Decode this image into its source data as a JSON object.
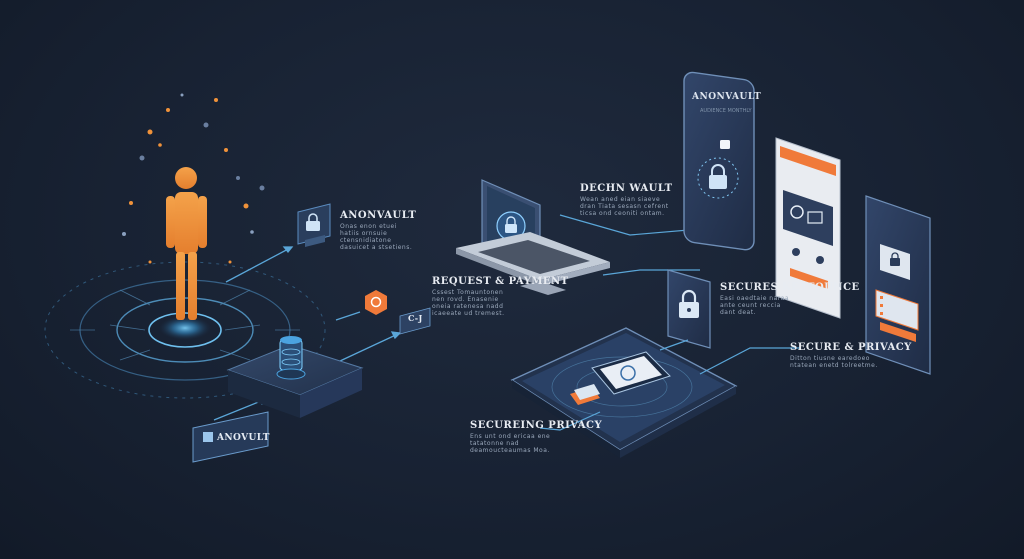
{
  "labels": {
    "anonvault_left": {
      "title": "ANONVAULT",
      "body": "Onas enon etuei hatiis ornsuie ctensnidiatone dasuicet a stsetiens."
    },
    "request_payment": {
      "title": "REQUEST & PAYMENT",
      "body": "Cssest Tomauntonen nen rovd. Enasenie oneia ratenesa nadd icaeeate ud tremest."
    },
    "encrypt_vault": {
      "title": "DECHN WAULT",
      "body": "Wean aned eian siaeve dran Tiata sesasn cefrent ticsa ond ceoniti ontam."
    },
    "secured_security": {
      "title": "SECURES KETTOUNCE",
      "body": "Easi oaedtaie naraa ante ceunt reccia dant deat."
    },
    "secure_privacy": {
      "title": "SECURE & PRIVACY",
      "body": "Ditton tiusne earedoeo ntatean enetd tolreetme."
    },
    "securing_privacy": {
      "title": "SECUREING PRIVACY",
      "body": "Ens unt ond ericaa ene tatatonne nad deamoucteaumas Moa."
    }
  },
  "phone": {
    "title": "ANONVAULT",
    "subtitle": "AUDIENCE MONTHLY"
  },
  "badge": {
    "text": "ANOVULT"
  },
  "small_chip": {
    "text": "C-J"
  },
  "colors": {
    "background": "#182233",
    "figure": "#f0923a",
    "accent_blue": "#4fa8e0",
    "line": "#3b7fb6",
    "panel": "#2a3a55",
    "phone_body": "#2b3c5a",
    "orange_accent": "#f07a3a"
  },
  "icons": [
    "lock-icon",
    "shield-icon",
    "database-icon",
    "laptop-icon",
    "phone-icon",
    "tablet-icon",
    "fingerprint-icon"
  ]
}
